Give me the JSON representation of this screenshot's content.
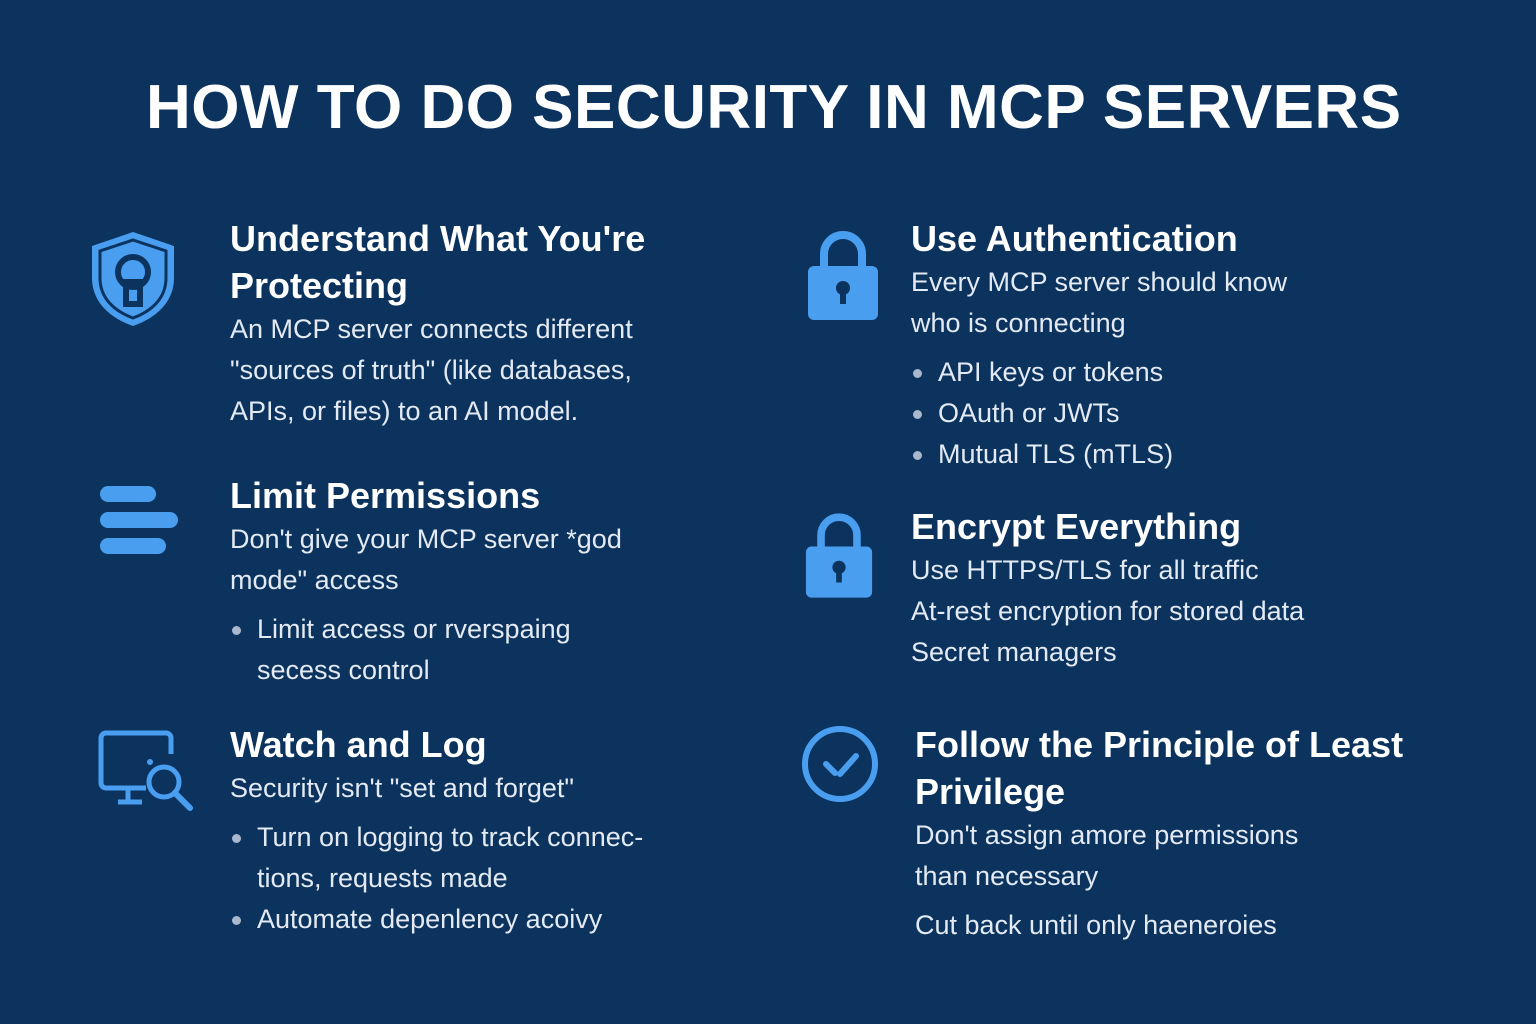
{
  "title": "HOW TO DO SECURITY IN MCP SERVERS",
  "colors": {
    "background": "#0b335e",
    "accent": "#4a9ef0"
  },
  "sections": [
    {
      "icon": "shield-keyhole-icon",
      "heading": [
        "Understand What You're",
        "Protecting"
      ],
      "body": [
        "An MCP server connects different",
        "\"sources of truth\" (like databases,",
        "APIs, or files) to an AI model."
      ],
      "bullets": []
    },
    {
      "icon": "lines-icon",
      "heading": [
        "Limit Permissions"
      ],
      "body": [
        "Don't give your MCP server *god",
        "mode\" access"
      ],
      "bullets": [
        [
          "Limit access or rverspaing",
          "secess control"
        ]
      ]
    },
    {
      "icon": "monitor-search-icon",
      "heading": [
        "Watch and Log"
      ],
      "body": [
        "Security isn't \"set and forget\""
      ],
      "bullets": [
        [
          "Turn on logging to track connec-",
          "tions, requests made"
        ],
        [
          "Automate depenlency acoivy"
        ]
      ]
    },
    {
      "icon": "lock-icon",
      "heading": [
        "Use Authentication"
      ],
      "body": [
        "Every MCP server should know",
        "who is connecting"
      ],
      "bullets": [
        [
          "API keys or tokens"
        ],
        [
          "OAuth or JWTs"
        ],
        [
          "Mutual TLS (mTLS)"
        ]
      ]
    },
    {
      "icon": "lock-icon",
      "heading": [
        "Encrypt Everything"
      ],
      "body": [
        "Use HTTPS/TLS for all traffic",
        "At-rest encryption for stored data",
        "Secret managers"
      ],
      "bullets": []
    },
    {
      "icon": "check-circle-icon",
      "heading": [
        "Follow the Principle of Least",
        "Privilege"
      ],
      "body": [
        "Don't assign amore permissions",
        "than necessary",
        "Cut back until only haeneroies"
      ],
      "bullets": []
    }
  ]
}
